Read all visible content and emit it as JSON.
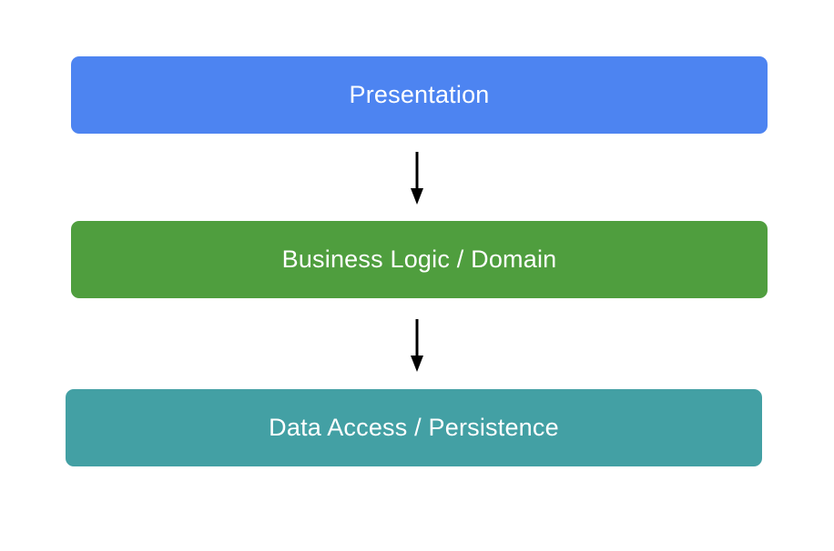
{
  "diagram": {
    "layers": [
      {
        "label": "Presentation",
        "color": "#4d84f1"
      },
      {
        "label": "Business Logic / Domain",
        "color": "#4f9e3e"
      },
      {
        "label": "Data Access / Persistence",
        "color": "#43a0a4"
      }
    ],
    "arrow_color": "#000000"
  }
}
